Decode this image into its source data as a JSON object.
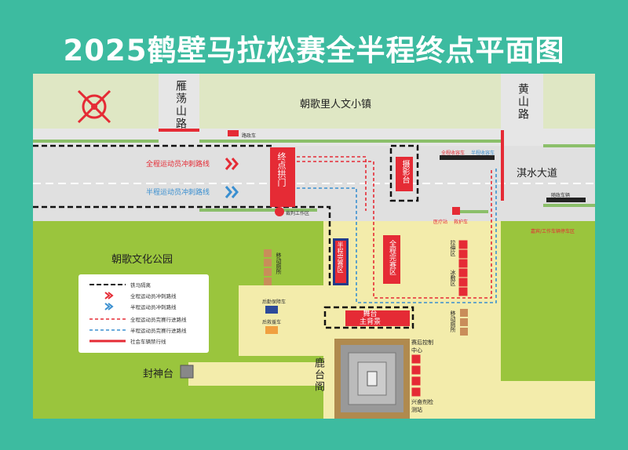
{
  "title": "2025鹤壁马拉松赛全半程终点平面图",
  "roads": {
    "yandang": "雁荡山路",
    "huangshan": "黄山路",
    "qishui": "淇水大道"
  },
  "places": {
    "town": "朝歌里人文小镇",
    "park": "朝歌文化公园",
    "fengshentai": "封神台",
    "lutaige": "鹿台阁",
    "stage": "舞台\n主背景"
  },
  "zones": {
    "finish_arch": "终点拱门",
    "photo": "摄影台",
    "half_finish_area": "半程完赛区",
    "full_finish_area": "全程完赛区",
    "stretch_area": "拉伸区",
    "ice_area": "冰敷区",
    "mobile_toilet": "移动厕所",
    "mobile_toilet_right": "移动厕所",
    "post_race_control": "赛后控制中心",
    "doping": "兴奋剂检测站"
  },
  "small_labels": {
    "road_vehicle": "路政车",
    "work_area": "裁判工作区",
    "full_pickup": "全程收容车",
    "half_pickup": "半程收容车",
    "medical": "医疗站",
    "ambulance": "救护车",
    "logistic_vehicle": "后勤保障车",
    "rescue_vehicle": "后救援车",
    "parking": "嘉宾/工作车辆停车区",
    "pickup_right": "随政车辆"
  },
  "route_labels": {
    "full_sprint": "全程运动员冲刺路线",
    "half_sprint": "半程运动员冲刺路线"
  },
  "legend": [
    {
      "label": "铁马隔离",
      "type": "fence"
    },
    {
      "label": "全程运动员冲刺路线",
      "type": "full_chevron"
    },
    {
      "label": "半程运动员冲刺路线",
      "type": "half_chevron"
    },
    {
      "label": "全程运动员完赛行进路线",
      "type": "full_dash"
    },
    {
      "label": "半程运动员完赛行进路线",
      "type": "half_dash"
    },
    {
      "label": "社会车辆禁行线",
      "type": "red_line"
    }
  ],
  "colors": {
    "background": "#3dbba0",
    "park_green": "#9ac53d",
    "road_gray": "#e6e6e6",
    "plaza_yellow": "#f3ecab",
    "full_route_red": "#e52b35",
    "half_route_blue": "#3a8fd0",
    "zone_navy": "#233a8a",
    "fence_black": "#111111"
  }
}
